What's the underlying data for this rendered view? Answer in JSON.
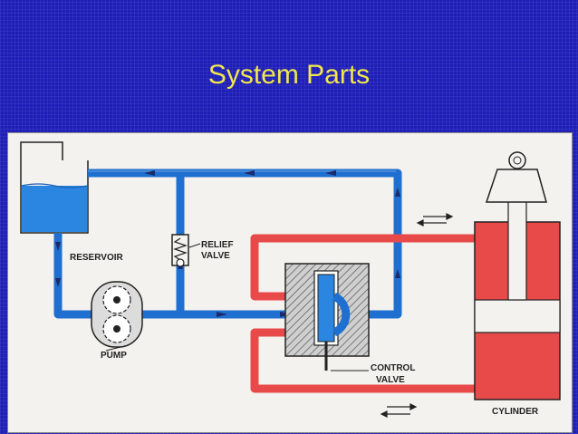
{
  "slide": {
    "title": "System Parts"
  },
  "diagram": {
    "labels": {
      "reservoir": "RESERVOIR",
      "relief_line1": "RELIEF",
      "relief_line2": "VALVE",
      "pump": "PUMP",
      "control_line1": "CONTROL",
      "control_line2": "VALVE",
      "cylinder": "CYLINDER"
    },
    "colors": {
      "return_line": "#1f6fd0",
      "pressure_line": "#e84a4a",
      "fluid": "#2a86e0",
      "cylinder_body": "#e84a4a"
    },
    "icons": [
      "gear-icon",
      "spring-icon",
      "flow-arrow-icon",
      "bidirectional-arrow-icon"
    ]
  }
}
